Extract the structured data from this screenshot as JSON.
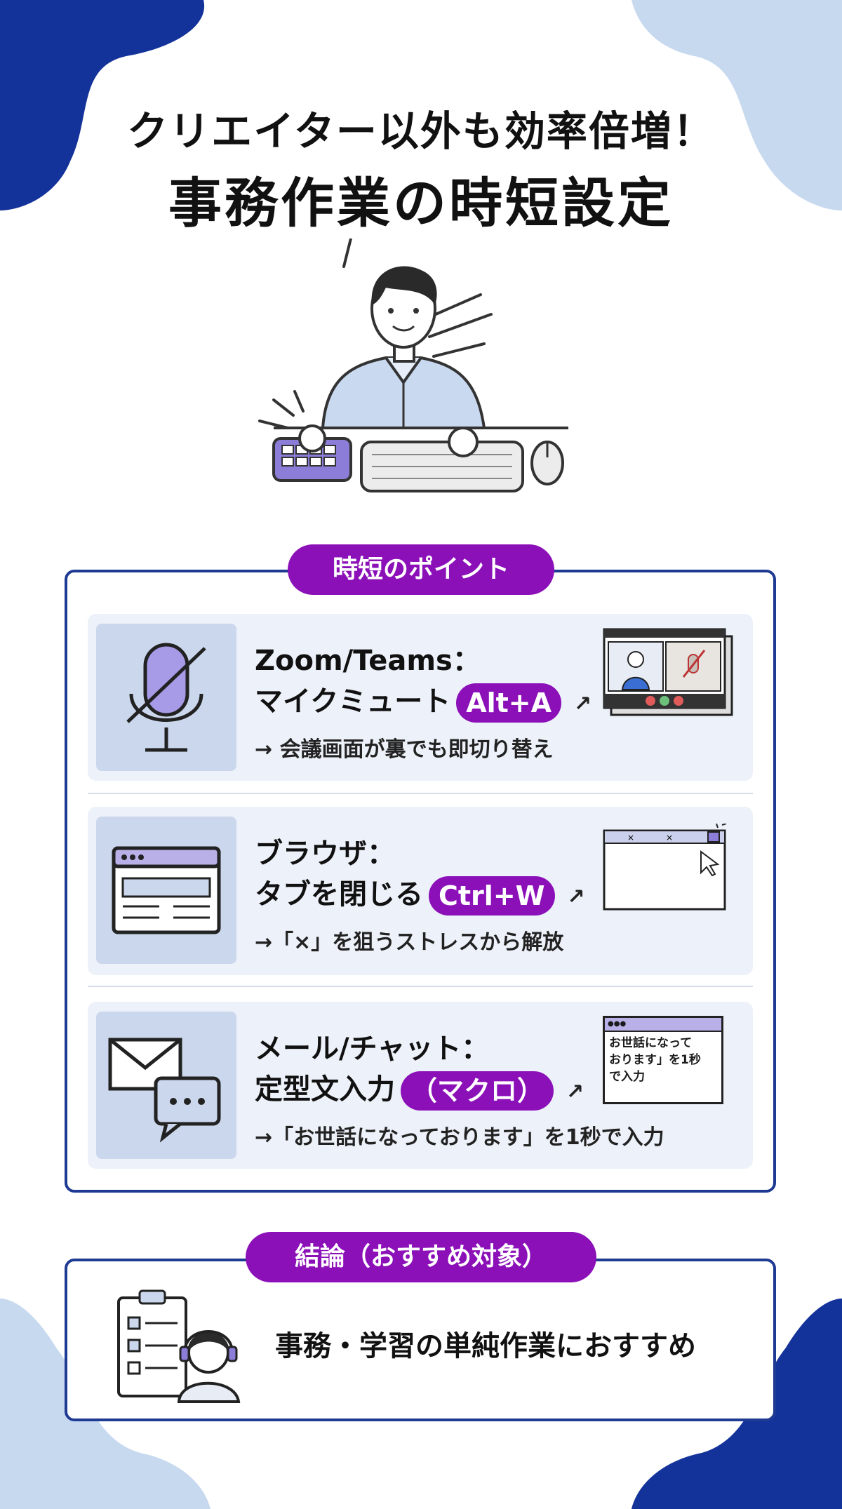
{
  "title": {
    "line1": "クリエイター以外も効率倍増！",
    "line2": "事務作業の時短設定"
  },
  "points": {
    "heading": "時短のポイント",
    "items": [
      {
        "title": "Zoom/Teams：",
        "action": "マイクミュート",
        "shortcut": "Alt+A",
        "note": "→ 会議画面が裏でも即切り替え",
        "icon": "microphone-muted-icon"
      },
      {
        "title": "ブラウザ：",
        "action": "タブを閉じる",
        "shortcut": "Ctrl+W",
        "note": "→「×」を狙うストレスから解放",
        "icon": "browser-window-icon"
      },
      {
        "title": "メール/チャット：",
        "action": "定型文入力",
        "shortcut": "（マクロ）",
        "note": "→「お世話になっております」を1秒で入力",
        "icon": "mail-chat-icon",
        "preview_lines": [
          "お世話になって",
          "おります」を1秒",
          "で入力"
        ]
      }
    ]
  },
  "conclusion": {
    "heading": "結論（おすすめ対象）",
    "text": "事務・学習の単純作業におすすめ"
  },
  "colors": {
    "accent": "#8b10b8",
    "navy": "#1f3a93",
    "card": "#edf1f9",
    "icon_bg": "#cbd7ec"
  }
}
